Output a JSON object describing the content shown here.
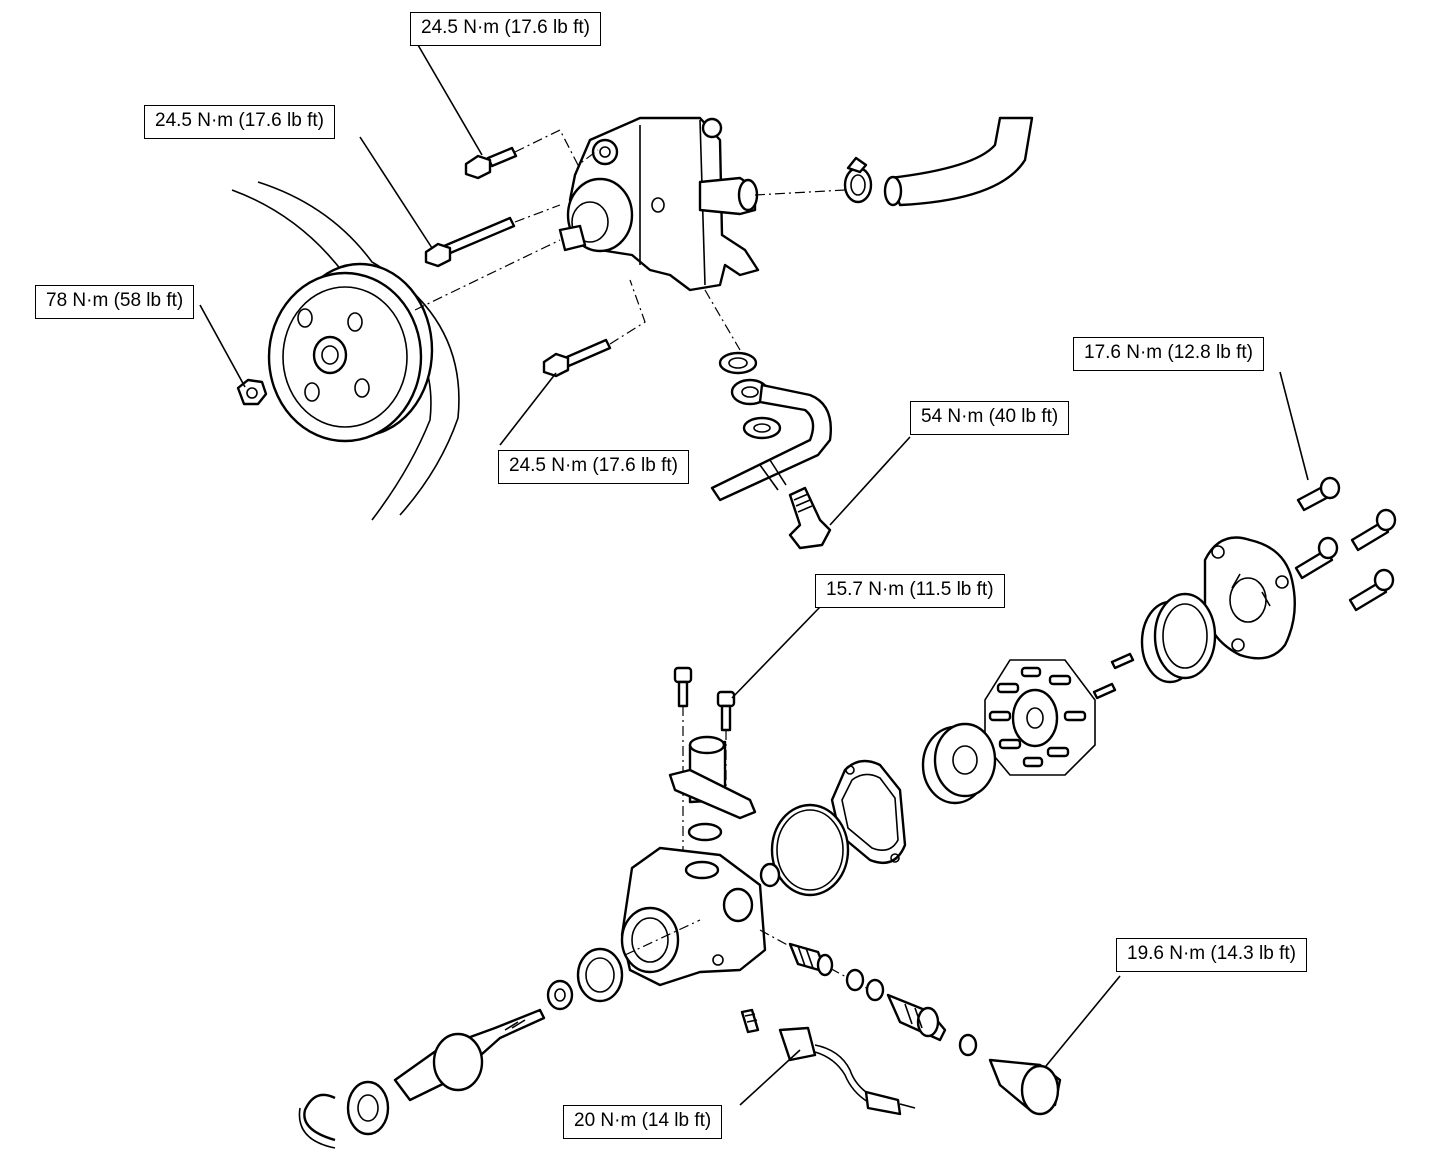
{
  "torque_labels": {
    "pump_top_bolt": "24.5 N·m (17.6 lb ft)",
    "pump_long_bolt": "24.5 N·m (17.6 lb ft)",
    "pulley_nut": "78 N·m (58 lb ft)",
    "pump_lower_bolt": "24.5 N·m (17.6 lb ft)",
    "eye_bolt": "54 N·m (40 lb ft)",
    "rear_cover_bolt": "17.6 N·m (12.8 lb ft)",
    "bracket_bolt": "15.7 N·m (11.5 lb ft)",
    "relief_plug": "19.6 N·m (14.3 lb ft)",
    "pressure_switch": "20 N·m (14 lb ft)"
  }
}
